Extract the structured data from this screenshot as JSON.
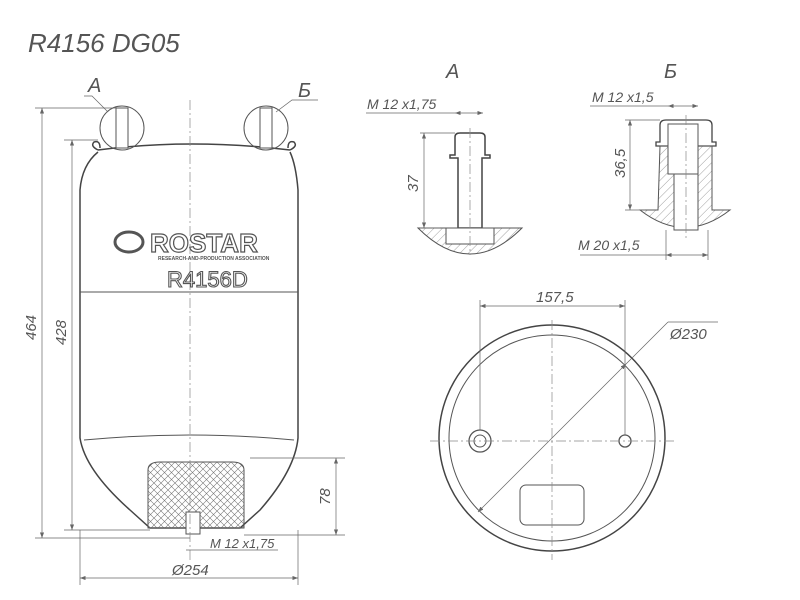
{
  "title": "R4156 DG05",
  "views": {
    "detail_a_label": "А",
    "detail_b_label": "Б"
  },
  "main_view": {
    "logo_text": "ROSTAR",
    "logo_subtitle": "RESEARCH-AND-PRODUCTION ASSOCIATION",
    "model_marking": "R4156D",
    "dim_total_height": "464",
    "dim_body_height": "428",
    "dim_piston_height": "78",
    "dim_bottom_thread": "M 12 x1,75",
    "dim_diameter": "Ø254"
  },
  "detail_a": {
    "thread": "M 12 x1,75",
    "height": "37"
  },
  "detail_b": {
    "thread_top": "M 12 x1,5",
    "height": "36,5",
    "thread_bottom": "M 20 x1,5"
  },
  "top_view": {
    "hole_spacing": "157,5",
    "diameter": "Ø230"
  }
}
